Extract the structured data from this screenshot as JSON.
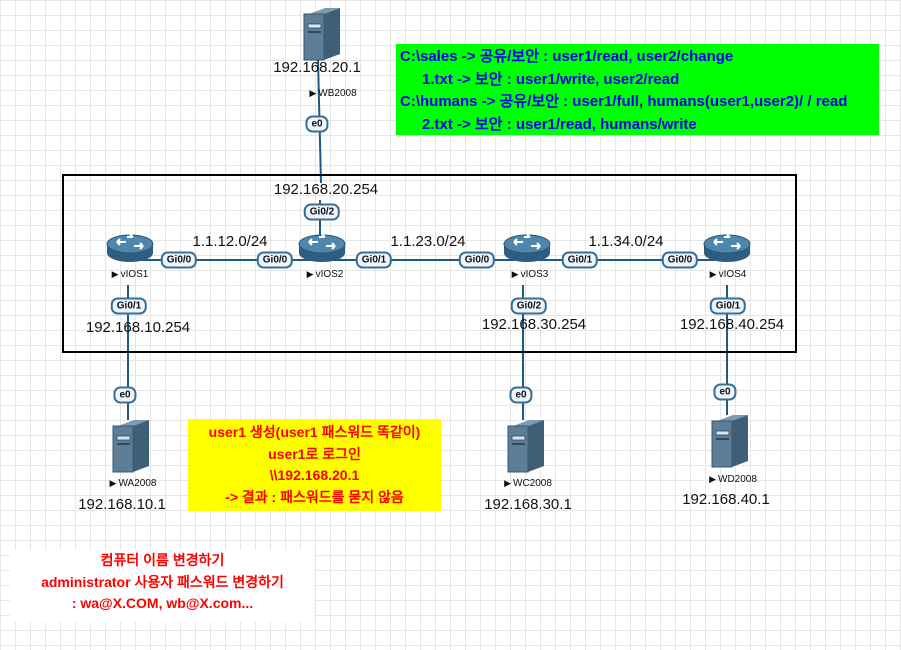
{
  "devices": {
    "wb": {
      "name": "WB2008",
      "ip": "192.168.20.1"
    },
    "wa": {
      "name": "WA2008",
      "ip": "192.168.10.1"
    },
    "wc": {
      "name": "WC2008",
      "ip": "192.168.30.1"
    },
    "wd": {
      "name": "WD2008",
      "ip": "192.168.40.1"
    },
    "r1": {
      "name": "vIOS1",
      "ip": "192.168.10.254"
    },
    "r2": {
      "name": "vIOS2",
      "ip": "192.168.20.254"
    },
    "r3": {
      "name": "vIOS3",
      "ip": "192.168.30.254"
    },
    "r4": {
      "name": "vIOS4",
      "ip": "192.168.40.254"
    }
  },
  "networks": {
    "n12": "1.1.12.0/24",
    "n23": "1.1.23.0/24",
    "n34": "1.1.34.0/24"
  },
  "ports": {
    "wb_e0": "e0",
    "r2_g02": "Gi0/2",
    "r1_g00": "Gi0/0",
    "r2_g00": "Gi0/0",
    "r2_g01": "Gi0/1",
    "r3_g00": "Gi0/0",
    "r3_g01": "Gi0/1",
    "r4_g00": "Gi0/0",
    "r1_g01": "Gi0/1",
    "wa_e0": "e0",
    "r3_g02": "Gi0/2",
    "wc_e0": "e0",
    "r4_g01": "Gi0/1",
    "wd_e0": "e0"
  },
  "notes": {
    "share": [
      "C:\\sales -> 공유/보안 : user1/read, user2/change",
      "1.txt -> 보안 : user1/write, user2/read",
      "C:\\humans -> 공유/보안 : user1/full, humans(user1,user2)/ / read",
      "2.txt -> 보안 : user1/read, humans/write"
    ],
    "login": [
      "user1 생성(user1 패스워드 똑같이)",
      "user1로 로그인",
      "\\\\192.168.20.1",
      "-> 결과 : 패스워드를 묻지 않음"
    ],
    "tasks": [
      "컴퓨터 이름 변경하기",
      "administrator 사용자 패스워드 변경하기",
      ": wa@X.COM, wb@X.com..."
    ]
  },
  "colors": {
    "link": "#1e5a80",
    "port_border": "#3a6f93",
    "share_note_bg": "#00ff00",
    "share_note_text": "#0000ee",
    "login_note_bg": "#ffff00",
    "note_text_red": "#ff0000"
  },
  "icons": {
    "router": "router-icon",
    "server": "server-icon"
  }
}
